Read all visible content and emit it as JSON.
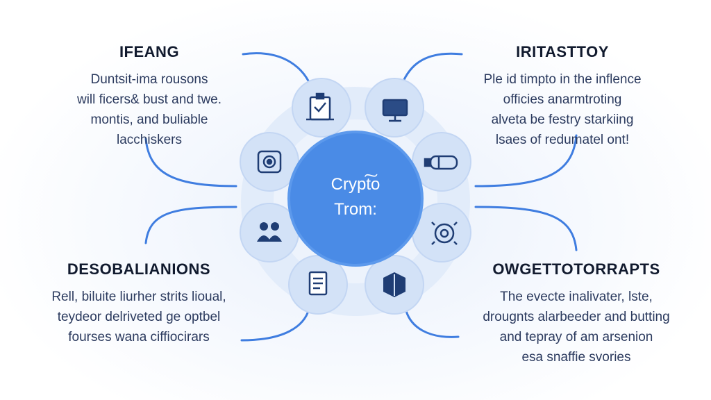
{
  "center": {
    "line1": "Crypt͠o",
    "line2": "Trom:"
  },
  "panels": {
    "top_left": {
      "title": "IFEANG",
      "lines": [
        "Duntsit-ima rousons",
        "will ficers& bust and twe.",
        "montis, and buliable",
        "lacchiskers"
      ]
    },
    "top_right": {
      "title": "IRITASTTOY",
      "lines": [
        "Ple id timpto in the inflence",
        "officies anarmtroting",
        "alveta be festry starkiing",
        "lsaes of redumatel ont!"
      ]
    },
    "bottom_left": {
      "title": "DESOBALIANIONS",
      "lines": [
        "Rell, biluite liurher strits lioual,",
        "teydeor delriveted ge optbel",
        "fourses wana ciffiocirars"
      ]
    },
    "bottom_right": {
      "title": "OWGETTOTORRAPTS",
      "lines": [
        "The evecte inalivater, lste,",
        "drougnts alarbeeder and butting",
        "and tepray of am arsenion",
        "esa snaffie svories"
      ]
    }
  },
  "icons": [
    "clipboard-icon",
    "monitor-icon",
    "battery-icon",
    "gear-chart-icon",
    "cube-icon",
    "document-icon",
    "users-icon",
    "camera-icon"
  ],
  "colors": {
    "center_fill": "#4a8be6",
    "node_fill": "#d3e2f7",
    "ring_fill": "#e2ecfa",
    "icon_color": "#1f3d74",
    "connector": "#3f7de0"
  }
}
